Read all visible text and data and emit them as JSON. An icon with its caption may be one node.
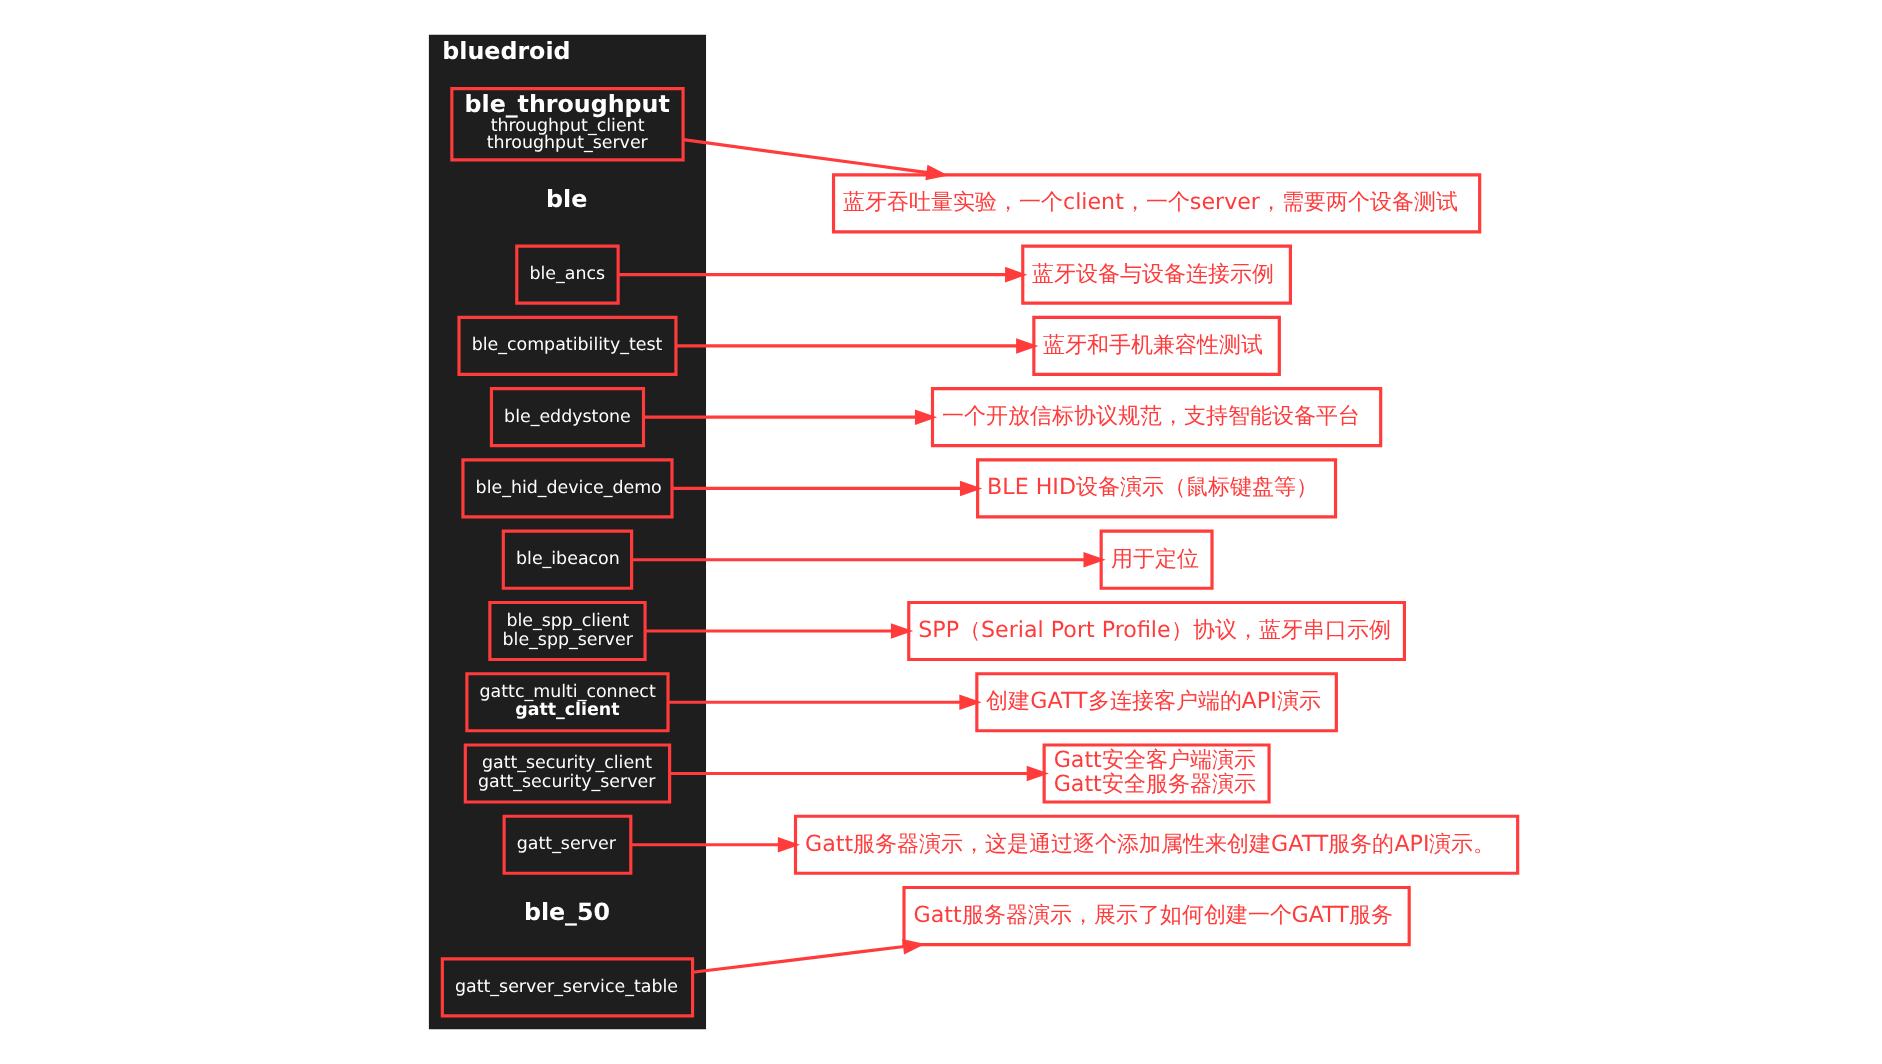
{
  "diagram": {
    "nodes": [
      {
        "text": [
          "bluedroid"
        ]
      },
      {
        "text": [
          "ble"
        ],
        "in": 0
      },
      {
        "text": [
          "ble_throughput",
          "throughput_client",
          "throughput_server"
        ],
        "in": 0
      },
      {
        "text": [
          "ble_ancs"
        ],
        "in": 0
      },
      {
        "text": [
          "ble_compatibility_test"
        ],
        "in": 0
      },
      {
        "text": [
          "ble_eddystone"
        ],
        "in": 0
      },
      {
        "text": [
          "ble_hid_device_demo"
        ],
        "in": 0
      },
      {
        "text": [
          "ble_ibeacon"
        ],
        "in": 0
      },
      {
        "text": [
          "ble_spp_client",
          "ble_spp_server"
        ],
        "in": 0
      },
      {
        "text": [
          "gattc_multi_connect",
          "gatt_client"
        ],
        "in": 0
      },
      {
        "text": [
          "gatt_security_client",
          "gatt_security_server"
        ],
        "in": 0
      },
      {
        "text": [
          "gatt_server"
        ],
        "in": 0
      },
      {
        "text": [
          "gatt_server_service_table"
        ],
        "in": 0
      },
      {
        "text": [
          "ble_50"
        ],
        "in": 0
      },
      {
        "text": [
          "蓝牙吞吐量实验，一个client，一个server，需要两个设备测试"
        ]
      },
      {
        "text": [
          "蓝牙设备与设备连接示例"
        ]
      },
      {
        "text": [
          "蓝牙和手机兼容性测试"
        ]
      },
      {
        "text": [
          "一个开放信标协议规范，支持智能设备平台"
        ]
      },
      {
        "text": [
          "BLE HID设备演示（鼠标键盘等）"
        ]
      },
      {
        "text": [
          "用于定位"
        ]
      },
      {
        "text": [
          "SPP（Serial Port Profile）协议，蓝牙串口示例"
        ]
      },
      {
        "text": [
          "创建GATT多连接客户端的API演示"
        ]
      },
      {
        "text": [
          "Gatt安全客户端演示",
          "Gatt安全服务器演示"
        ]
      },
      {
        "text": [
          "Gatt服务器演示，这是通过逐个添加属性来创建GATT服务的API演示。"
        ]
      },
      {
        "text": [
          "Gatt服务器演示，展示了如何创建一个GATT服务"
        ]
      }
    ],
    "edges": [
      {
        "from": 2,
        "to": 14,
        "arrow": "to"
      },
      {
        "from": 3,
        "to": 15,
        "arrow": "to"
      },
      {
        "from": 4,
        "to": 16,
        "arrow": "to"
      },
      {
        "from": 5,
        "to": 17,
        "arrow": "to"
      },
      {
        "from": 6,
        "to": 18,
        "arrow": "to"
      },
      {
        "from": 7,
        "to": 19,
        "arrow": "to"
      },
      {
        "from": 8,
        "to": 20,
        "arrow": "to"
      },
      {
        "from": 9,
        "to": 21,
        "arrow": "to"
      },
      {
        "from": 10,
        "to": 22,
        "arrow": "to"
      },
      {
        "from": 11,
        "to": 23,
        "arrow": "to"
      },
      {
        "from": 12,
        "to": 24,
        "arrow": "to"
      }
    ]
  }
}
